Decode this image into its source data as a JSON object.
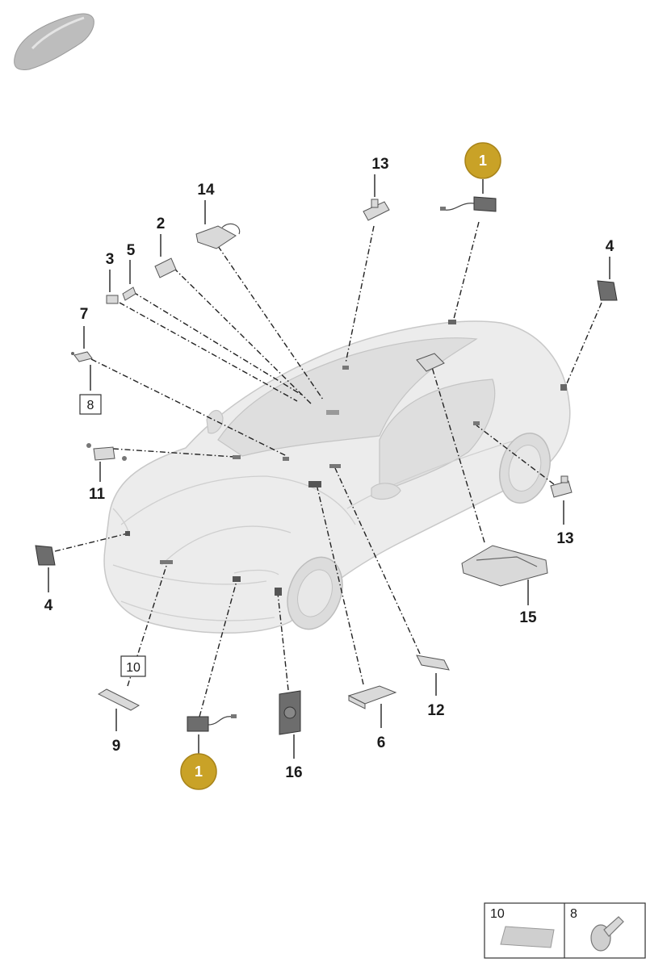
{
  "labels": {
    "l1_top": "1",
    "l1_bottom": "1",
    "l2": "2",
    "l3": "3",
    "l4_right": "4",
    "l4_left": "4",
    "l5": "5",
    "l6": "6",
    "l7": "7",
    "l8": "8",
    "l9": "9",
    "l10": "10",
    "l11": "11",
    "l12": "12",
    "l13_top": "13",
    "l13_right": "13",
    "l14": "14",
    "l15": "15",
    "l16": "16"
  },
  "legend": {
    "cells": [
      {
        "label": "10",
        "icon": "adhesive-pad-icon"
      },
      {
        "label": "8",
        "icon": "screw-icon"
      }
    ]
  },
  "colors": {
    "badge": "#c9a227",
    "badge_stroke": "#a8841a",
    "car": "#ececec"
  },
  "thumbnail_icon": "car-thumbnail-icon"
}
